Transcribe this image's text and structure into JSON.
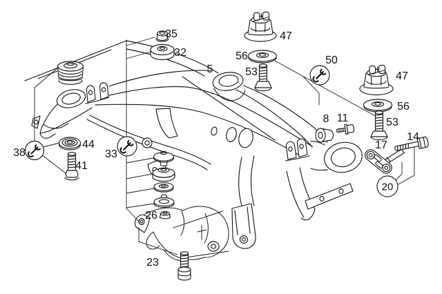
{
  "figure": {
    "type": "exploded-parts-diagram",
    "background": "#ffffff",
    "line_color": "#1a1a1a",
    "label_color": "#111111"
  },
  "labels": {
    "n5": "5",
    "n8": "8",
    "n11": "11",
    "n14": "14",
    "n17": "17",
    "n20": "20",
    "n23": "23",
    "n26": "26",
    "n32": "32",
    "n33": "33",
    "n35": "35",
    "n38": "38",
    "n41": "41",
    "n44": "44",
    "n47": "47",
    "n50": "50",
    "n53": "53",
    "n56": "56"
  },
  "symbols": {
    "torque_circle_icon": "wrench-icon"
  }
}
